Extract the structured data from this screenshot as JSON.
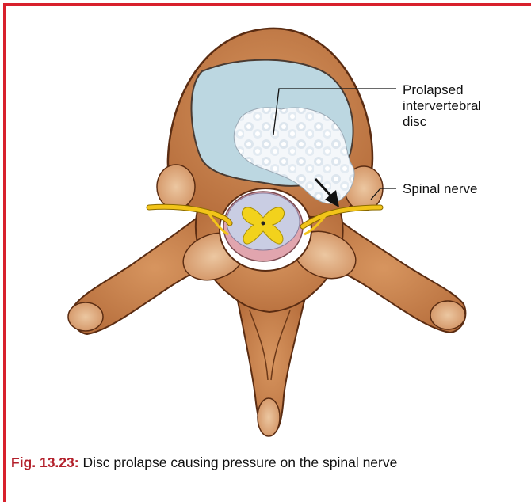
{
  "labels": {
    "disc_line1": "Prolapsed",
    "disc_line2": "intervertebral",
    "disc_line3": "disc",
    "nerve": "Spinal nerve"
  },
  "caption": {
    "number": "Fig. 13.23:",
    "text": " Disc prolapse causing pressure on the spinal nerve"
  },
  "colors": {
    "bone": "#c98654",
    "bone_outline": "#5a2c12",
    "disc_fill": "#bcd7e1",
    "prolapse": "#eef2f6",
    "nerve": "#f2c419",
    "cord_outer": "#e1a5ae",
    "cord_inner": "#c9cde3",
    "accent": "#d8202c"
  }
}
